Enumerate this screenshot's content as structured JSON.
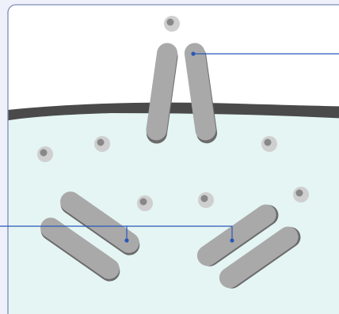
{
  "diagram": {
    "colors": {
      "page_background": "#eef1fa",
      "panel_border": "#7d8bb7",
      "extracellular": "#ffffff",
      "intracellular": "#e4f5f3",
      "membrane": "#4a4a4a",
      "channel_fill": "#a9a9a9",
      "channel_shadow": "#6b6b6b",
      "ion_ring": "#cfcfcf",
      "ion_core": "#888888",
      "leader_line": "#2a57b8"
    },
    "elements": {
      "membrane": "membrane",
      "open_channel": "channel",
      "closed_channels": "channel",
      "ions": "ion"
    }
  }
}
